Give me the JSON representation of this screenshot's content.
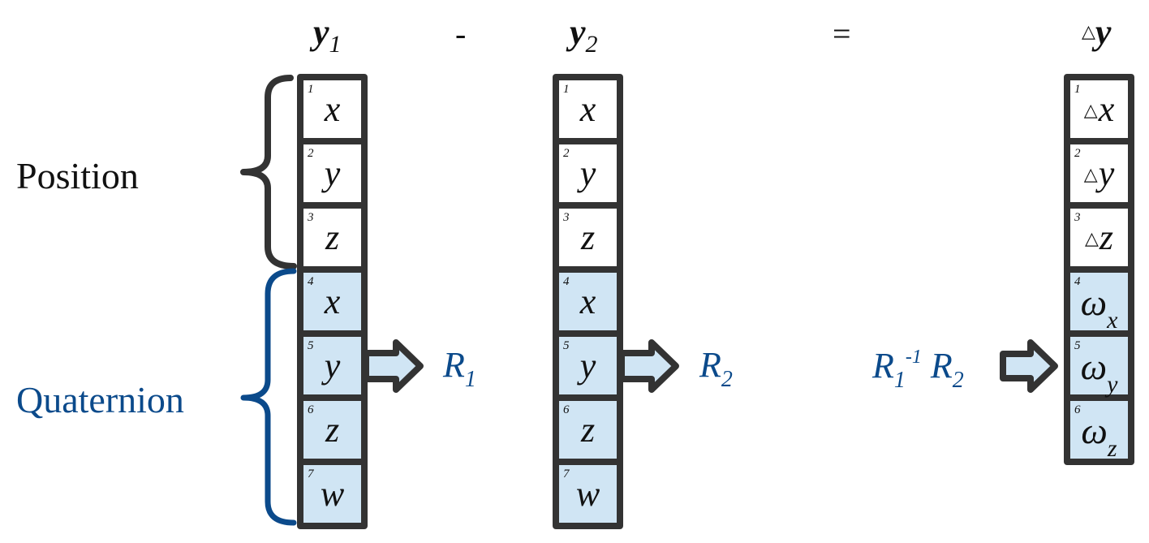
{
  "headers": {
    "y1": {
      "base": "y",
      "sub": "1"
    },
    "minus": "-",
    "y2": {
      "base": "y",
      "sub": "2"
    },
    "equals": "=",
    "dy": {
      "delta": "△",
      "base": "y"
    }
  },
  "groups": {
    "position_label": "Position",
    "quaternion_label": "Quaternion"
  },
  "colors": {
    "border": "#333333",
    "quaternion_fill": "#d0e5f4",
    "accent_blue": "#0b4a8b"
  },
  "vector_y1": {
    "cells": [
      {
        "index": "1",
        "symbol": "x",
        "group": "position"
      },
      {
        "index": "2",
        "symbol": "y",
        "group": "position"
      },
      {
        "index": "3",
        "symbol": "z",
        "group": "position"
      },
      {
        "index": "4",
        "symbol": "x",
        "group": "quaternion"
      },
      {
        "index": "5",
        "symbol": "y",
        "group": "quaternion"
      },
      {
        "index": "6",
        "symbol": "z",
        "group": "quaternion"
      },
      {
        "index": "7",
        "symbol": "w",
        "group": "quaternion"
      }
    ]
  },
  "vector_y2": {
    "cells": [
      {
        "index": "1",
        "symbol": "x",
        "group": "position"
      },
      {
        "index": "2",
        "symbol": "y",
        "group": "position"
      },
      {
        "index": "3",
        "symbol": "z",
        "group": "position"
      },
      {
        "index": "4",
        "symbol": "x",
        "group": "quaternion"
      },
      {
        "index": "5",
        "symbol": "y",
        "group": "quaternion"
      },
      {
        "index": "6",
        "symbol": "z",
        "group": "quaternion"
      },
      {
        "index": "7",
        "symbol": "w",
        "group": "quaternion"
      }
    ]
  },
  "vector_dy": {
    "cells": [
      {
        "index": "1",
        "delta": "△",
        "symbol": "x",
        "group": "position"
      },
      {
        "index": "2",
        "delta": "△",
        "symbol": "y",
        "group": "position"
      },
      {
        "index": "3",
        "delta": "△",
        "symbol": "z",
        "group": "position"
      },
      {
        "index": "4",
        "omega": "ω",
        "sub": "x",
        "group": "rotation"
      },
      {
        "index": "5",
        "omega": "ω",
        "sub": "y",
        "group": "rotation"
      },
      {
        "index": "6",
        "omega": "ω",
        "sub": "z",
        "group": "rotation"
      }
    ]
  },
  "rotations": {
    "r1": {
      "base": "R",
      "sub": "1"
    },
    "r2": {
      "base": "R",
      "sub": "2"
    },
    "combined": {
      "r1_base": "R",
      "r1_sub": "1",
      "r1_sup": "-1",
      "r2_base": "R",
      "r2_sub": "2"
    }
  }
}
